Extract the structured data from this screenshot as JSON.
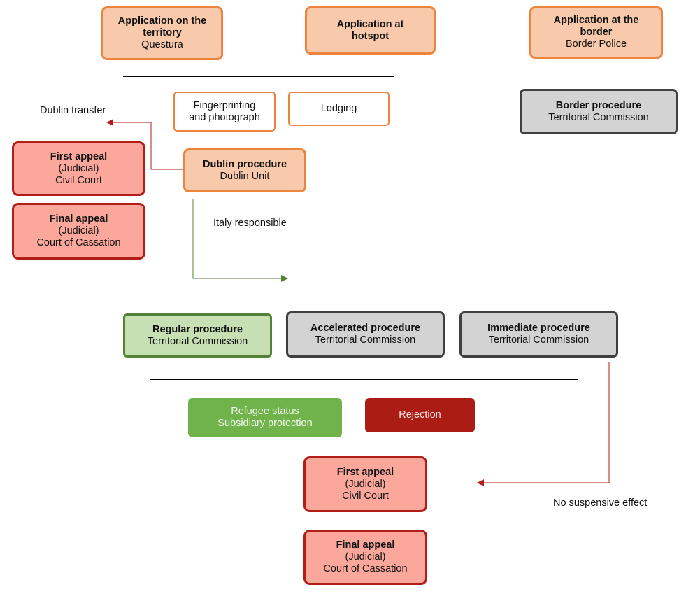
{
  "boxes": {
    "app_territory": {
      "title": "Application on the territory",
      "sub": "Questura"
    },
    "app_hotspot": {
      "title": "Application at hotspot"
    },
    "app_border": {
      "title": "Application at the border",
      "sub": "Border Police"
    },
    "fingerprinting": {
      "text": "Fingerprinting and photograph"
    },
    "lodging": {
      "text": "Lodging"
    },
    "border_procedure": {
      "title": "Border procedure",
      "sub": "Territorial Commission"
    },
    "dublin_procedure": {
      "title": "Dublin procedure",
      "sub": "Dublin Unit"
    },
    "first_appeal_left": {
      "title": "First appeal",
      "line2": "(Judicial)",
      "line3": "Civil Court"
    },
    "final_appeal_left": {
      "title": "Final appeal",
      "line2": "(Judicial)",
      "line3": "Court of Cassation"
    },
    "regular_procedure": {
      "title": "Regular procedure",
      "sub": "Territorial Commission"
    },
    "accelerated_procedure": {
      "title": "Accelerated procedure",
      "sub": "Territorial Commission"
    },
    "immediate_procedure": {
      "title": "Immediate procedure",
      "sub": "Territorial Commission"
    },
    "positive_outcome": {
      "line1": "Refugee status",
      "line2": "Subsidiary protection"
    },
    "rejection": {
      "text": "Rejection"
    },
    "first_appeal_bottom": {
      "title": "First appeal",
      "line2": "(Judicial)",
      "line3": "Civil Court"
    },
    "final_appeal_bottom": {
      "title": "Final appeal",
      "line2": "(Judicial)",
      "line3": "Court of Cassation"
    }
  },
  "labels": {
    "dublin_transfer": "Dublin transfer",
    "italy_responsible": "Italy responsible",
    "no_suspensive_effect": "No suspensive effect"
  },
  "colors": {
    "orange_border": "#ec843e",
    "orange_fill": "#f8c9aa",
    "gray_fill": "#d4d3d3",
    "gray_border": "#404040",
    "pink_fill": "#fba79c",
    "dark_red": "#ab1d14",
    "green_border": "#548235",
    "green_fill": "#c6e0b4",
    "green_solid": "#70b34a"
  }
}
